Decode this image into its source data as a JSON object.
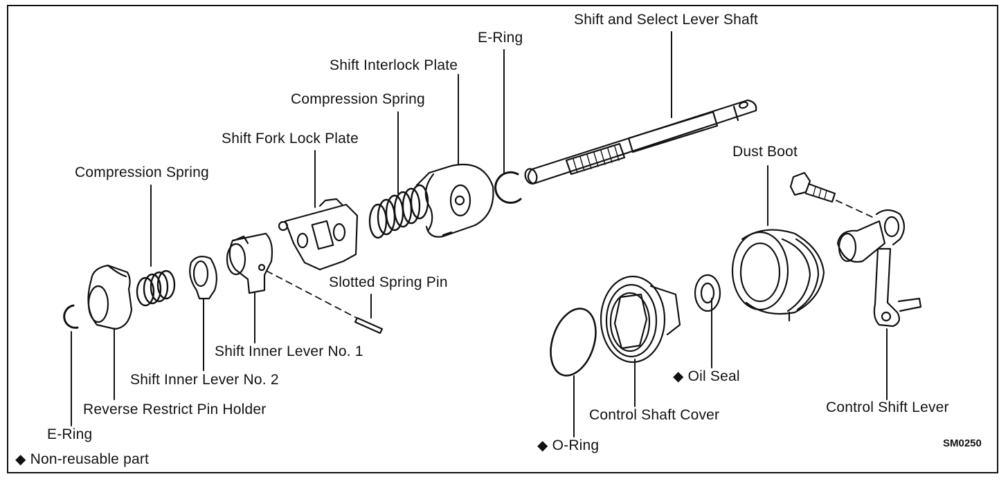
{
  "labels": {
    "shift_select_shaft": "Shift and Select Lever Shaft",
    "e_ring_top": "E-Ring",
    "shift_interlock_plate": "Shift Interlock Plate",
    "compression_spring_top": "Compression Spring",
    "shift_fork_lock_plate": "Shift Fork Lock Plate",
    "compression_spring_left": "Compression Spring",
    "slotted_spring_pin": "Slotted Spring Pin",
    "shift_inner_lever_1": "Shift Inner Lever No. 1",
    "shift_inner_lever_2": "Shift Inner Lever No. 2",
    "reverse_restrict_pin_holder": "Reverse Restrict Pin Holder",
    "e_ring_bottom": "E-Ring",
    "dust_boot": "Dust Boot",
    "oil_seal": "Oil Seal",
    "control_shaft_cover": "Control Shaft Cover",
    "o_ring": "O-Ring",
    "control_shift_lever": "Control Shift Lever"
  },
  "legend": {
    "symbol": "◆",
    "text": "Non-reusable part"
  },
  "figure_code": "SM0250",
  "colors": {
    "ink": "#111111",
    "paper": "#ffffff"
  }
}
